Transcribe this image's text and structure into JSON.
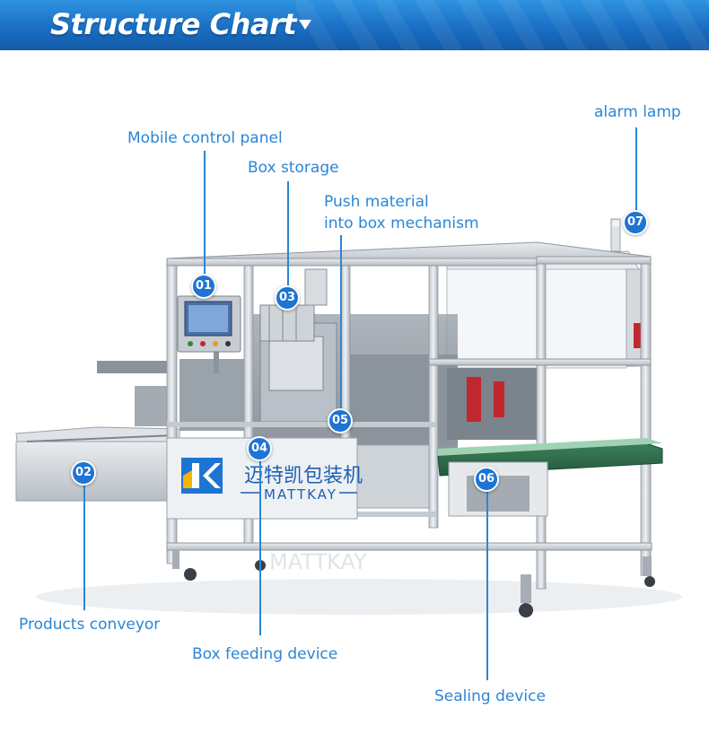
{
  "header": {
    "title": "Structure Chart"
  },
  "brand": {
    "name_cn": "迈特凯包装机",
    "name_en": "MATTKAY"
  },
  "parts": [
    {
      "number": "01",
      "label": "Mobile control panel"
    },
    {
      "number": "02",
      "label": "Products conveyor"
    },
    {
      "number": "03",
      "label": "Box storage"
    },
    {
      "number": "04",
      "label": "Box feeding device"
    },
    {
      "number": "05",
      "label_line1": "Push material",
      "label_line2": "into box mechanism"
    },
    {
      "number": "06",
      "label": "Sealing device"
    },
    {
      "number": "07",
      "label": "alarm lamp"
    }
  ],
  "colors": {
    "header": "#1a6fc4",
    "accent": "#2a86d6",
    "badge": "#1e74d3"
  }
}
